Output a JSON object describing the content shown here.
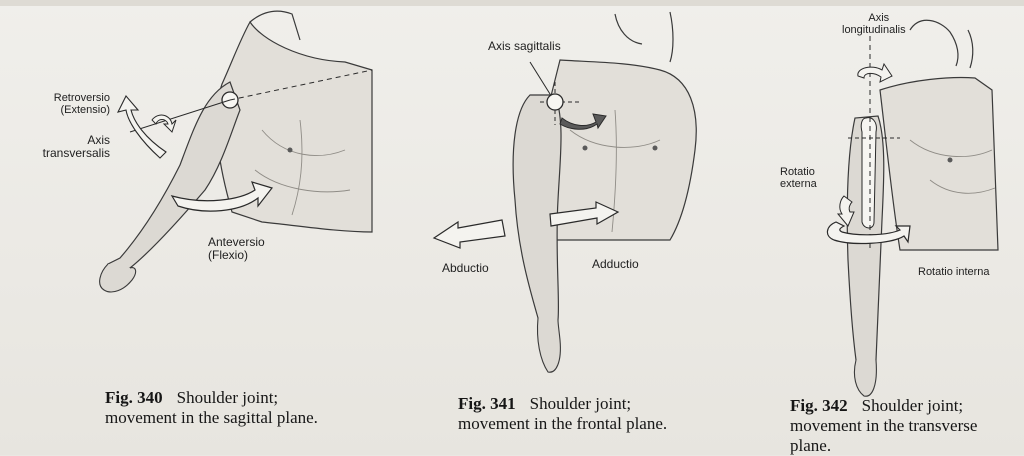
{
  "figures": [
    {
      "number": "Fig. 340",
      "caption_line1": "Shoulder joint;",
      "caption_line2": "movement in the sagittal plane.",
      "labels": {
        "retro_line1": "Retroversio",
        "retro_line2": "(Extensio)",
        "axis_line1": "Axis",
        "axis_line2": "transversalis",
        "ante_line1": "Anteversio",
        "ante_line2": "(Flexio)"
      }
    },
    {
      "number": "Fig. 341",
      "caption_line1": "Shoulder joint;",
      "caption_line2": "movement in the frontal plane.",
      "labels": {
        "axis": "Axis sagittalis",
        "abductio": "Abductio",
        "adductio": "Adductio"
      }
    },
    {
      "number": "Fig. 342",
      "caption_line1": "Shoulder joint;",
      "caption_line2": "movement in the transverse",
      "caption_line3": "plane.",
      "labels": {
        "axis_line1": "Axis",
        "axis_line2": "longitudinalis",
        "ext_line1": "Rotatio",
        "ext_line2": "externa",
        "interna": "Rotatio interna"
      }
    }
  ],
  "colors": {
    "paper": "#eeece7",
    "ink": "#1b1b1b",
    "skin_shade": "#c9c6c0",
    "arrow_fill": "#f4f3ef"
  }
}
